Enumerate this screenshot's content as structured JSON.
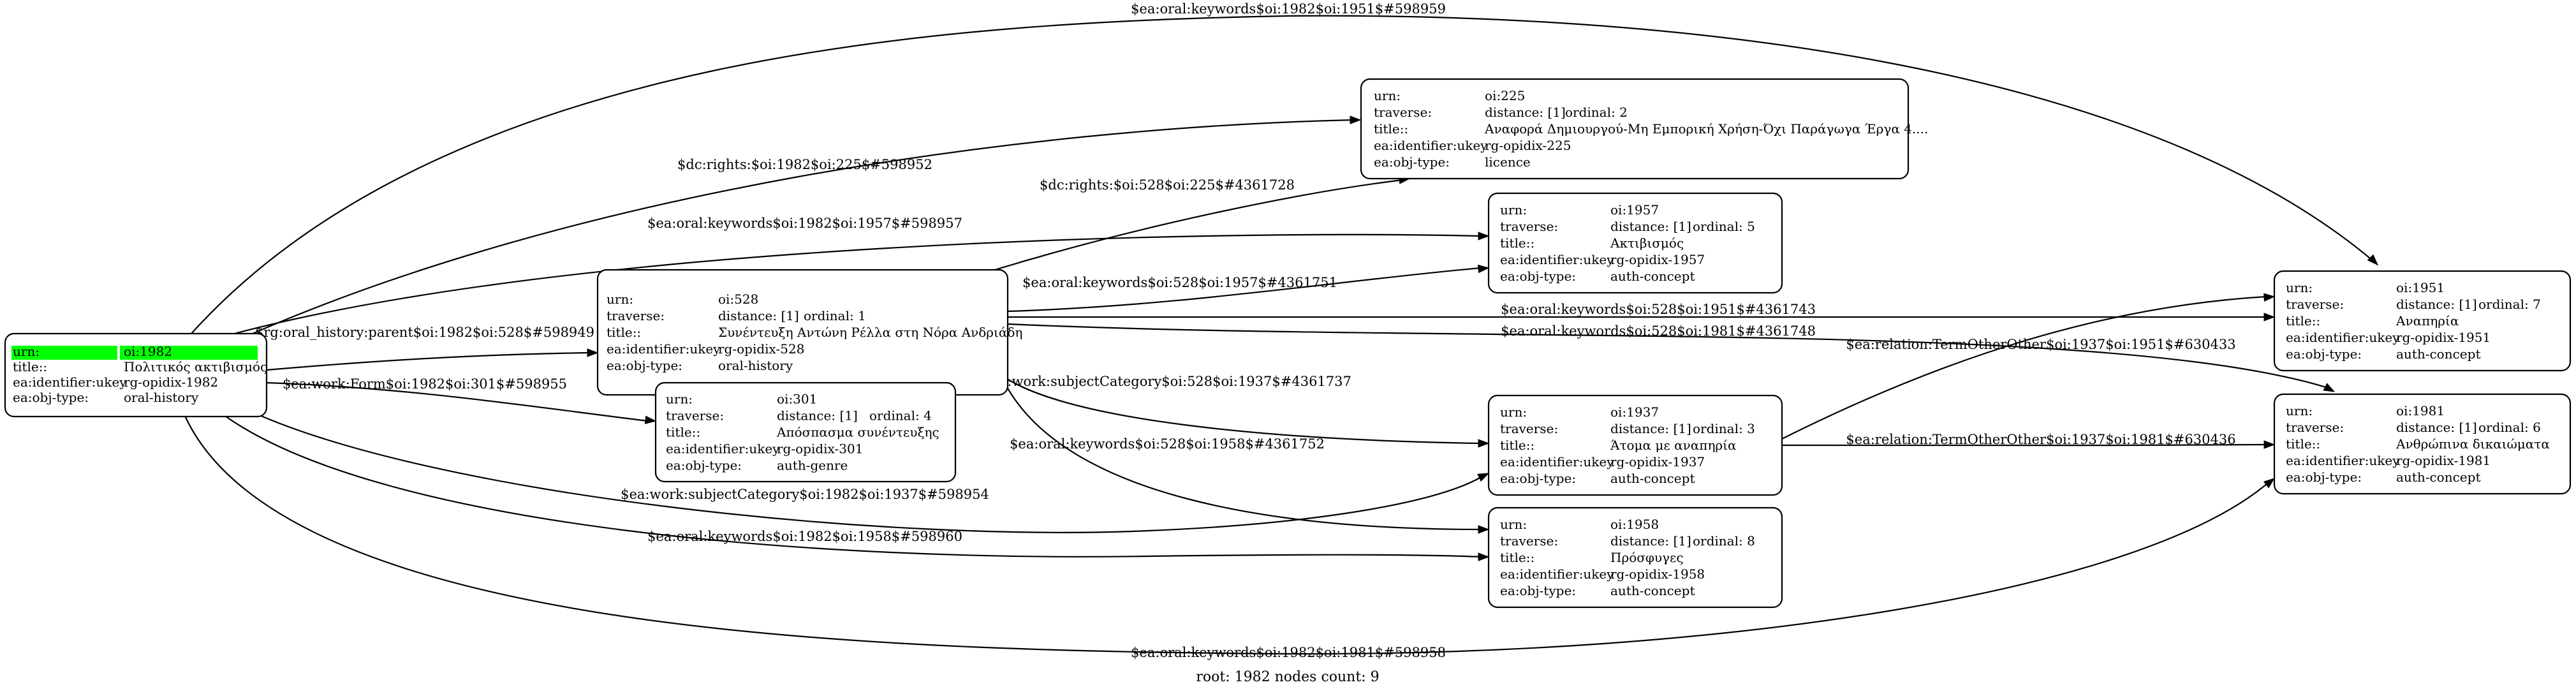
{
  "footer": "root: 1982 nodes count: 9",
  "colors": {
    "root_highlight": "#00ff00",
    "stroke": "#000000",
    "background": "#ffffff"
  },
  "nodes": [
    {
      "id": "oi1982",
      "root": true,
      "rows": [
        {
          "k": "urn:",
          "v": "oi:1982"
        },
        {
          "k": "title::",
          "v": "Πολιτικός ακτιβισμός"
        },
        {
          "k": "ea:identifier:ukey",
          "v": "rg-opidix-1982"
        },
        {
          "k": "ea:obj-type:",
          "v": "oral-history"
        }
      ]
    },
    {
      "id": "oi528",
      "rows": [
        {
          "k": "urn:",
          "v": "oi:528"
        },
        {
          "k": "traverse:",
          "v": "distance: [1]",
          "v2": "ordinal: 1"
        },
        {
          "k": "title::",
          "v": "Συνέντευξη Αντώνη Ρέλλα στη Νόρα Ανδριάδη"
        },
        {
          "k": "ea:identifier:ukey",
          "v": "rg-opidix-528"
        },
        {
          "k": "ea:obj-type:",
          "v": "oral-history"
        }
      ]
    },
    {
      "id": "oi301",
      "rows": [
        {
          "k": "urn:",
          "v": "oi:301"
        },
        {
          "k": "traverse:",
          "v": "distance: [1]",
          "v2": "ordinal: 4"
        },
        {
          "k": "title::",
          "v": "Απόσπασμα συνέντευξης"
        },
        {
          "k": "ea:identifier:ukey",
          "v": "rg-opidix-301"
        },
        {
          "k": "ea:obj-type:",
          "v": "auth-genre"
        }
      ]
    },
    {
      "id": "oi225",
      "rows": [
        {
          "k": "urn:",
          "v": "oi:225"
        },
        {
          "k": "traverse:",
          "v": "distance: [1]",
          "v2": "ordinal: 2"
        },
        {
          "k": "title::",
          "v": "Αναφορά Δημιουργού-Μη Εμπορική Χρήση-Όχι Παράγωγα Έργα 4...."
        },
        {
          "k": "ea:identifier:ukey",
          "v": "rg-opidix-225"
        },
        {
          "k": "ea:obj-type:",
          "v": "licence"
        }
      ]
    },
    {
      "id": "oi1957",
      "rows": [
        {
          "k": "urn:",
          "v": "oi:1957"
        },
        {
          "k": "traverse:",
          "v": "distance: [1]",
          "v2": "ordinal: 5"
        },
        {
          "k": "title::",
          "v": "Ακτιβισμός"
        },
        {
          "k": "ea:identifier:ukey",
          "v": "rg-opidix-1957"
        },
        {
          "k": "ea:obj-type:",
          "v": "auth-concept"
        }
      ]
    },
    {
      "id": "oi1937",
      "rows": [
        {
          "k": "urn:",
          "v": "oi:1937"
        },
        {
          "k": "traverse:",
          "v": "distance: [1]",
          "v2": "ordinal: 3"
        },
        {
          "k": "title::",
          "v": "Άτομα με αναπηρία"
        },
        {
          "k": "ea:identifier:ukey",
          "v": "rg-opidix-1937"
        },
        {
          "k": "ea:obj-type:",
          "v": "auth-concept"
        }
      ]
    },
    {
      "id": "oi1958",
      "rows": [
        {
          "k": "urn:",
          "v": "oi:1958"
        },
        {
          "k": "traverse:",
          "v": "distance: [1]",
          "v2": "ordinal: 8"
        },
        {
          "k": "title::",
          "v": "Πρόσφυγες"
        },
        {
          "k": "ea:identifier:ukey",
          "v": "rg-opidix-1958"
        },
        {
          "k": "ea:obj-type:",
          "v": "auth-concept"
        }
      ]
    },
    {
      "id": "oi1951",
      "rows": [
        {
          "k": "urn:",
          "v": "oi:1951"
        },
        {
          "k": "traverse:",
          "v": "distance: [1]",
          "v2": "ordinal: 7"
        },
        {
          "k": "title::",
          "v": "Αναπηρία"
        },
        {
          "k": "ea:identifier:ukey",
          "v": "rg-opidix-1951"
        },
        {
          "k": "ea:obj-type:",
          "v": "auth-concept"
        }
      ]
    },
    {
      "id": "oi1981",
      "rows": [
        {
          "k": "urn:",
          "v": "oi:1981"
        },
        {
          "k": "traverse:",
          "v": "distance: [1]",
          "v2": "ordinal: 6"
        },
        {
          "k": "title::",
          "v": "Ανθρώπινα δικαιώματα"
        },
        {
          "k": "ea:identifier:ukey",
          "v": "rg-opidix-1981"
        },
        {
          "k": "ea:obj-type:",
          "v": "auth-concept"
        }
      ]
    }
  ],
  "edges": [
    {
      "id": "e1",
      "from": "oi1982",
      "to": "oi1951",
      "label": "$ea:oral:keywords$oi:1982$oi:1951$#598959"
    },
    {
      "id": "e2",
      "from": "oi1982",
      "to": "oi225",
      "label": "$dc:rights:$oi:1982$oi:225$#598952"
    },
    {
      "id": "e3",
      "from": "oi1982",
      "to": "oi1957",
      "label": "$ea:oral:keywords$oi:1982$oi:1957$#598957"
    },
    {
      "id": "e4",
      "from": "oi1982",
      "to": "oi528",
      "label": "$rg:oral_history:parent$oi:1982$oi:528$#598949"
    },
    {
      "id": "e5",
      "from": "oi1982",
      "to": "oi301",
      "label": "$ea:work:Form$oi:1982$oi:301$#598955"
    },
    {
      "id": "e6",
      "from": "oi1982",
      "to": "oi1937",
      "label": "$ea:work:subjectCategory$oi:1982$oi:1937$#598954"
    },
    {
      "id": "e7",
      "from": "oi1982",
      "to": "oi1958",
      "label": "$ea:oral:keywords$oi:1982$oi:1958$#598960"
    },
    {
      "id": "e8",
      "from": "oi1982",
      "to": "oi1981",
      "label": "$ea:oral:keywords$oi:1982$oi:1981$#598958"
    },
    {
      "id": "e9",
      "from": "oi528",
      "to": "oi225",
      "label": "$dc:rights:$oi:528$oi:225$#4361728"
    },
    {
      "id": "e10",
      "from": "oi528",
      "to": "oi1957",
      "label": "$ea:oral:keywords$oi:528$oi:1957$#4361751"
    },
    {
      "id": "e11",
      "from": "oi528",
      "to": "oi1951",
      "label": "$ea:oral:keywords$oi:528$oi:1951$#4361743"
    },
    {
      "id": "e12",
      "from": "oi528",
      "to": "oi1981",
      "label": "$ea:oral:keywords$oi:528$oi:1981$#4361748"
    },
    {
      "id": "e13",
      "from": "oi528",
      "to": "oi1937",
      "label": "$ea:work:subjectCategory$oi:528$oi:1937$#4361737"
    },
    {
      "id": "e14",
      "from": "oi528",
      "to": "oi1958",
      "label": "$ea:oral:keywords$oi:528$oi:1958$#4361752"
    },
    {
      "id": "e15",
      "from": "oi1937",
      "to": "oi1951",
      "label": "$ea:relation:TermOtherOther$oi:1937$oi:1951$#630433"
    },
    {
      "id": "e16",
      "from": "oi1937",
      "to": "oi1981",
      "label": "$ea:relation:TermOtherOther$oi:1937$oi:1981$#630436"
    }
  ]
}
